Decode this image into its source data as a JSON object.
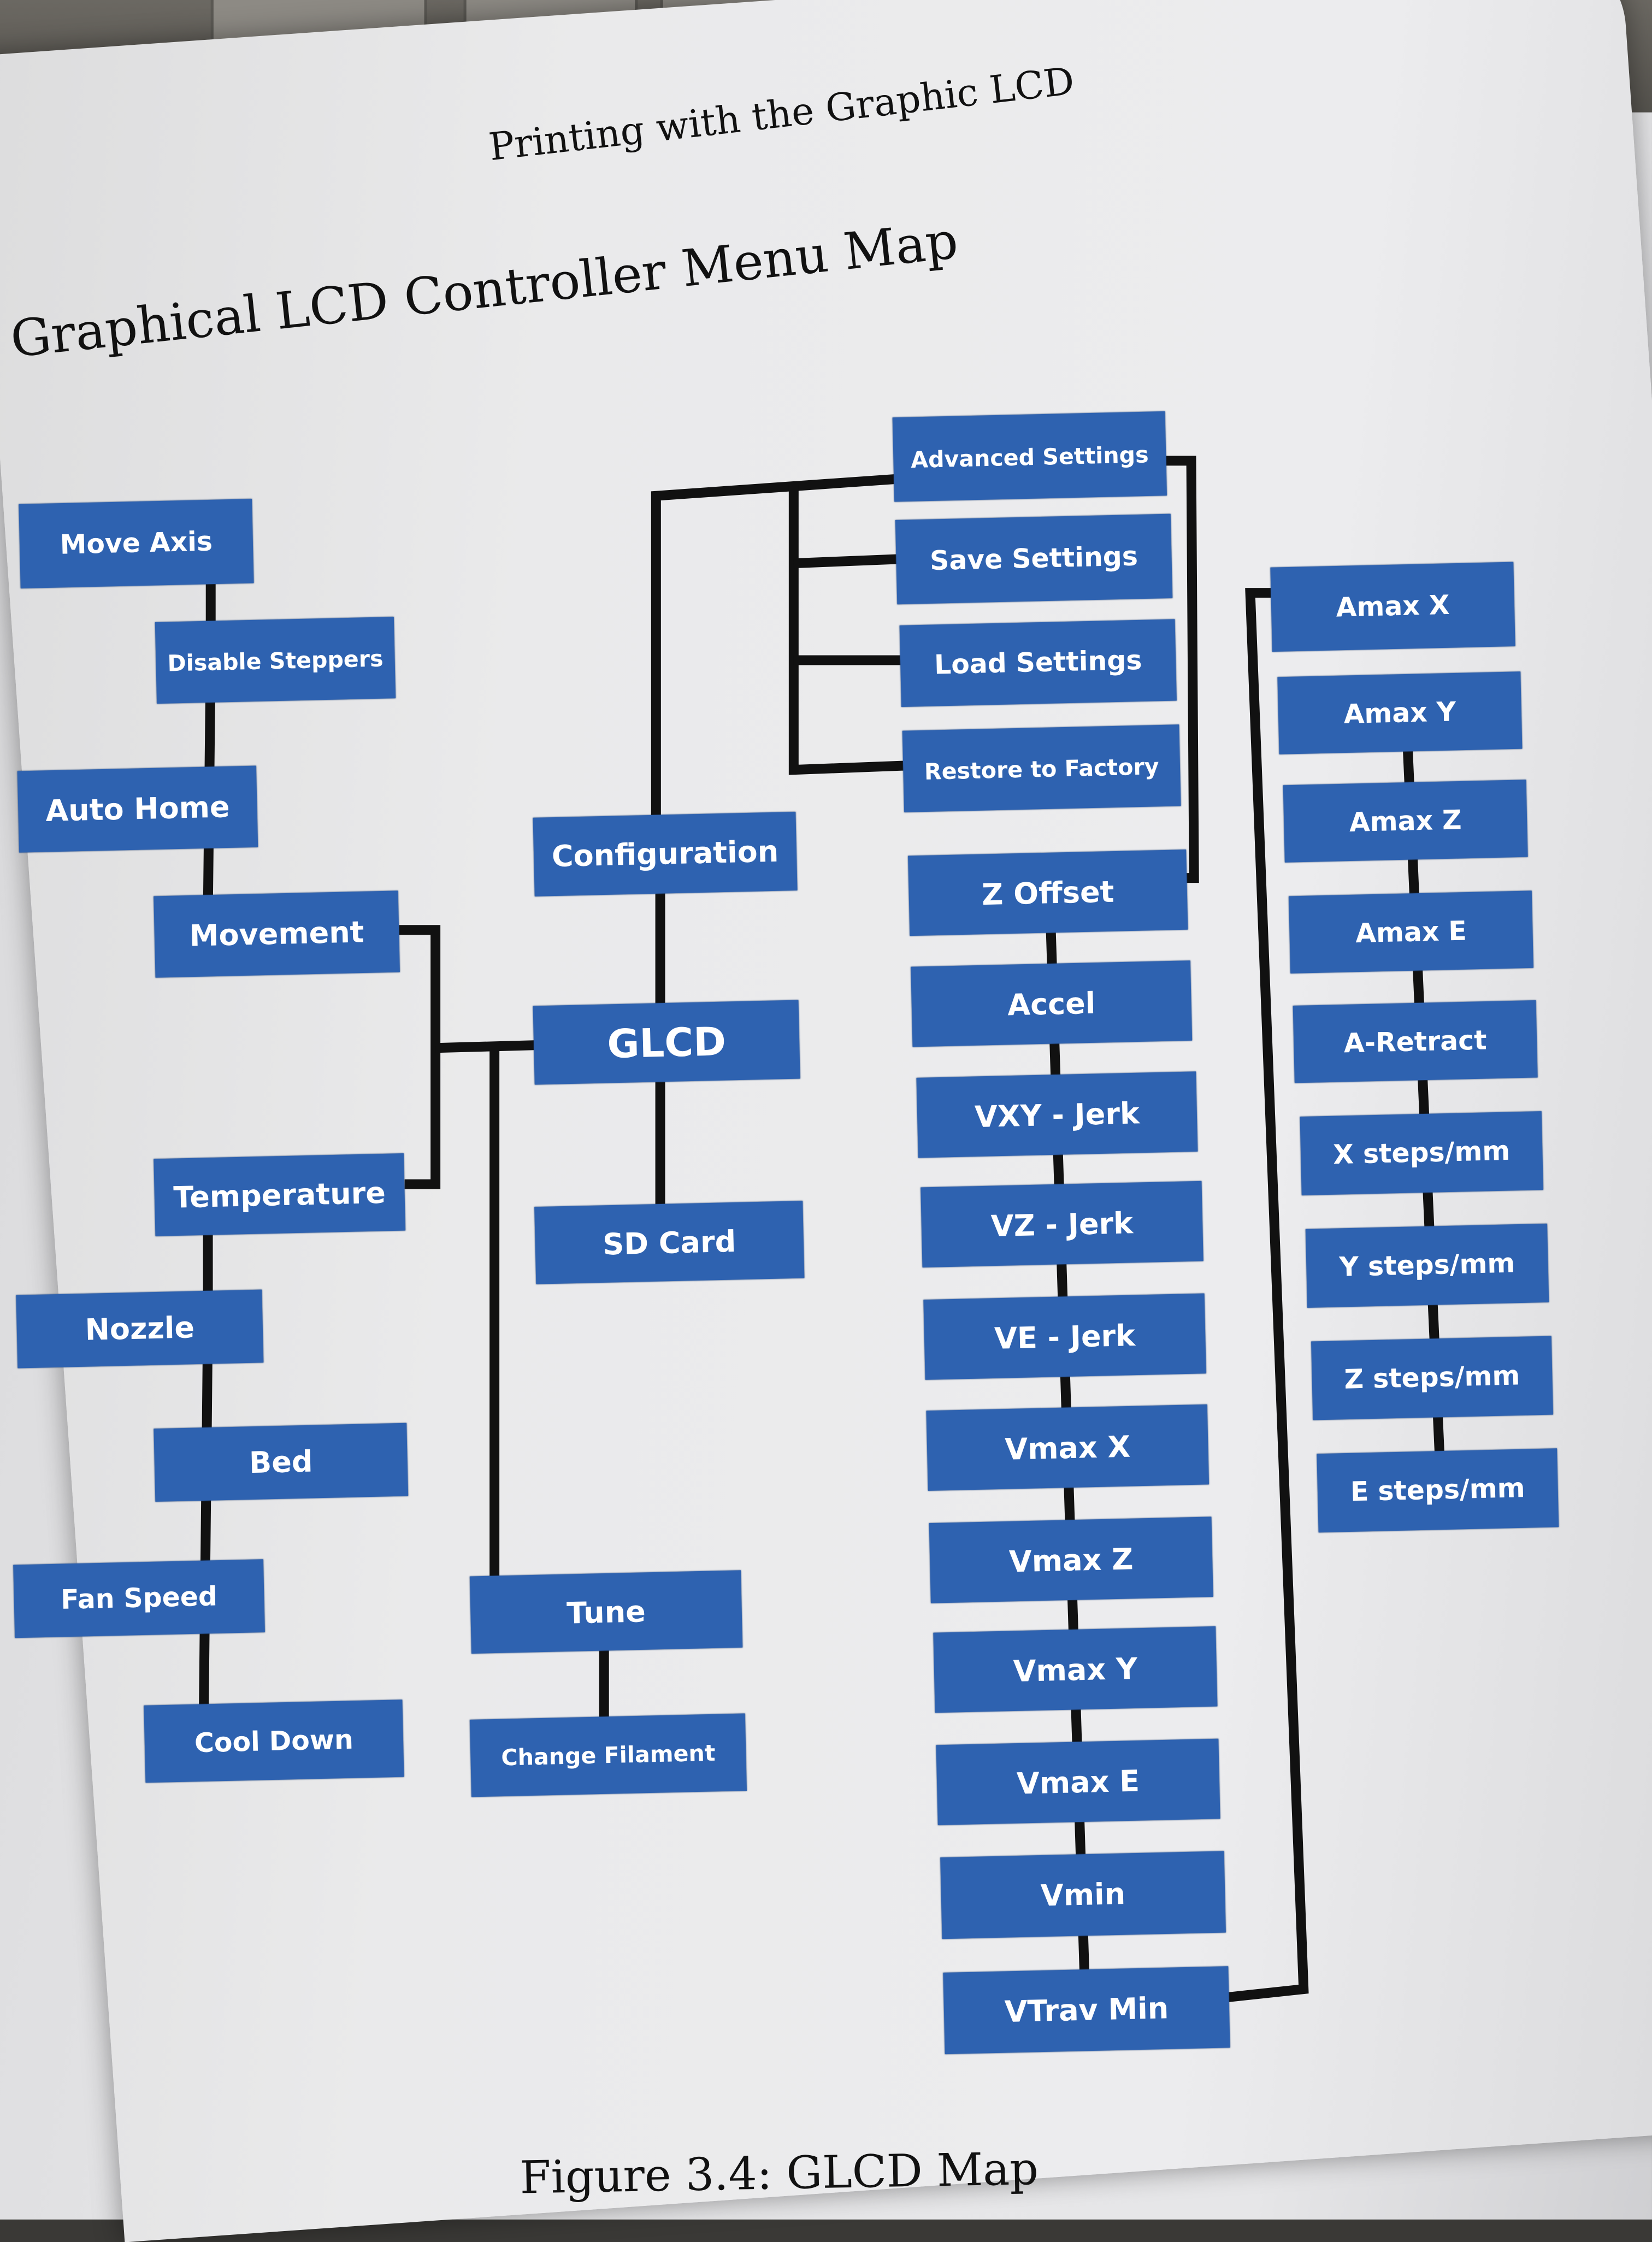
{
  "header": "Printing with the Graphic LCD",
  "title": "Graphical LCD Controller Menu Map",
  "caption": "Figure 3.4: GLCD Map",
  "diagram": {
    "box_color": "#2e62b0",
    "root": "GLCD",
    "main_menu": [
      "Configuration",
      "GLCD",
      "SD Card",
      "Tune",
      "Change Filament"
    ],
    "movement_menu": [
      "Move Axis",
      "Disable Steppers",
      "Auto Home",
      "Movement"
    ],
    "temperature_menu": [
      "Temperature",
      "Nozzle",
      "Bed",
      "Fan Speed",
      "Cool Down"
    ],
    "configuration_menu": [
      "Advanced Settings",
      "Save Settings",
      "Load Settings",
      "Restore to Factory"
    ],
    "advanced_menu_1": [
      "Z Offset",
      "Accel",
      "VXY - Jerk",
      "VZ - Jerk",
      "VE - Jerk",
      "Vmax X",
      "Vmax Z",
      "Vmax Y",
      "Vmax E",
      "Vmin",
      "VTrav Min"
    ],
    "advanced_menu_2": [
      "Amax X",
      "Amax Y",
      "Amax Z",
      "Amax E",
      "A-Retract",
      "X steps/mm",
      "Y steps/mm",
      "Z steps/mm",
      "E steps/mm"
    ]
  }
}
